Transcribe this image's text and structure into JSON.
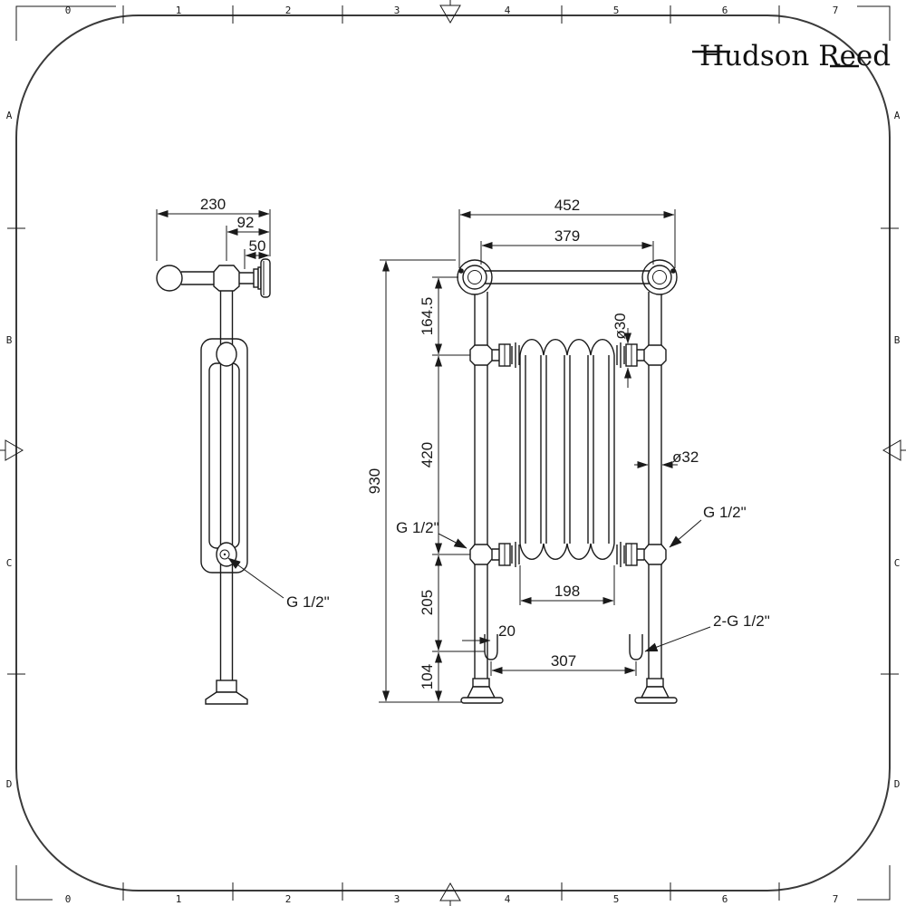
{
  "colors": {
    "line": "#1a1a1a",
    "background": "#ffffff"
  },
  "brand": {
    "name": "Hudson Reed"
  },
  "ruler": {
    "cols": [
      "0",
      "1",
      "2",
      "3",
      "4",
      "5",
      "6",
      "7"
    ],
    "rows": [
      "A",
      "B",
      "C",
      "D"
    ]
  },
  "side_view": {
    "dim_overall_depth": "230",
    "dim_center_to_wall": "92",
    "dim_bracket_depth": "50",
    "tapping": "G 1/2\""
  },
  "front_view": {
    "dim_overall_width": "452",
    "dim_rail_centres": "379",
    "dim_overall_height": "930",
    "dim_rail_to_tapping": "164.5",
    "dim_tapping_span": "420",
    "dim_tapping_to_inlet": "205",
    "dim_inlet_to_floor": "104",
    "dim_core_width": "198",
    "dim_inlet_offset": "20",
    "dim_inlet_centres": "307",
    "dia_column_connection": "ø30",
    "dia_post": "ø32",
    "tapping_left": "G 1/2\"",
    "tapping_right": "G 1/2\"",
    "inlets": "2-G 1/2\""
  }
}
